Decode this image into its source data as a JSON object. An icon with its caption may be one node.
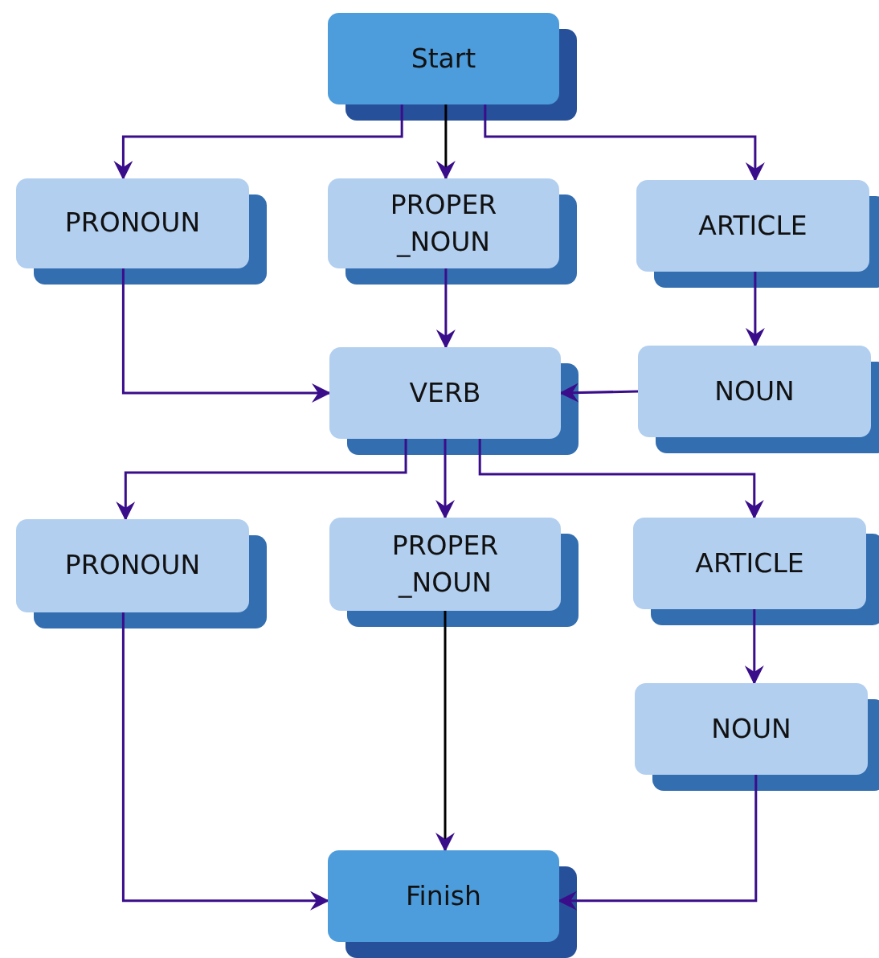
{
  "diagram": {
    "nodes": [
      {
        "text": [
          "Start"
        ]
      },
      {
        "text": [
          "PRONOUN"
        ]
      },
      {
        "text": [
          "PROPER _NOUN"
        ]
      },
      {
        "text": [
          "ARTICLE"
        ]
      },
      {
        "text": [
          "VERB"
        ]
      },
      {
        "text": [
          "NOUN"
        ]
      },
      {
        "text": [
          "PRONOUN"
        ]
      },
      {
        "text": [
          "PROPER _NOUN"
        ]
      },
      {
        "text": [
          "ARTICLE"
        ]
      },
      {
        "text": [
          "NOUN"
        ]
      },
      {
        "text": [
          "Finish"
        ]
      }
    ],
    "edges": [
      {
        "from": 0,
        "to": 1,
        "arrow": "to"
      },
      {
        "from": 0,
        "to": 2,
        "arrow": "to",
        "color": "#000000"
      },
      {
        "from": 0,
        "to": 3,
        "arrow": "to"
      },
      {
        "from": 1,
        "to": 4,
        "arrow": "to"
      },
      {
        "from": 2,
        "to": 4,
        "arrow": "to"
      },
      {
        "from": 3,
        "to": 5,
        "arrow": "to"
      },
      {
        "from": 5,
        "to": 4,
        "arrow": "to"
      },
      {
        "from": 4,
        "to": 6,
        "arrow": "to"
      },
      {
        "from": 4,
        "to": 7,
        "arrow": "to"
      },
      {
        "from": 4,
        "to": 8,
        "arrow": "to"
      },
      {
        "from": 8,
        "to": 9,
        "arrow": "to"
      },
      {
        "from": 6,
        "to": 10,
        "arrow": "to"
      },
      {
        "from": 7,
        "to": 10,
        "arrow": "to",
        "color": "#000000"
      },
      {
        "from": 9,
        "to": 10,
        "arrow": "to"
      }
    ]
  }
}
